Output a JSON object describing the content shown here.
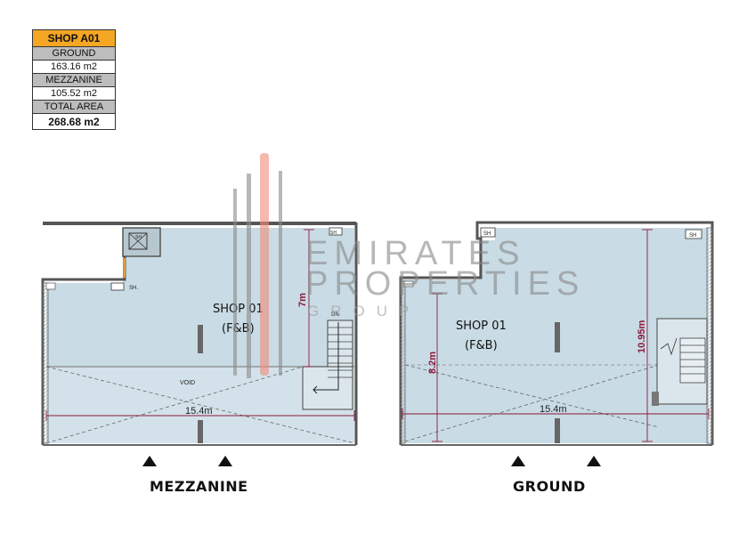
{
  "area_table": {
    "title": "SHOP A01",
    "ground_label": "GROUND",
    "ground_value": "163.16 m2",
    "mezzanine_label": "MEZZANINE",
    "mezzanine_value": "105.52 m2",
    "total_label": "TOTAL AREA",
    "total_value": "268.68 m2"
  },
  "watermark": {
    "line1": "EMIRATES",
    "line2": "PROPERTIES",
    "line3": "GROUP"
  },
  "mezzanine_plan": {
    "caption": "MEZZANINE",
    "shop_name": "SHOP 01",
    "shop_use": "(F&B)",
    "void_label": "VOID",
    "width_dim": "15.4m",
    "depth_dim": "7m",
    "stair_label": "DN",
    "sh_label_1": "SH",
    "sh_label_2": "SH.",
    "sh_label_3": "SH"
  },
  "ground_plan": {
    "caption": "GROUND",
    "shop_name": "SHOP 01",
    "shop_use": "(F&B)",
    "width_dim": "15.4m",
    "depth_left_dim": "8.2m",
    "depth_right_dim": "10.95m",
    "sh_label_1": "SH",
    "sh_label_2": "SH"
  },
  "colors": {
    "floor_fill": "#c9dbe4",
    "wall": "#555555",
    "dimension": "#8b1a3a",
    "watermark": "#888888",
    "accent_bar": "#f08c7a",
    "table_header": "#f5a623"
  }
}
